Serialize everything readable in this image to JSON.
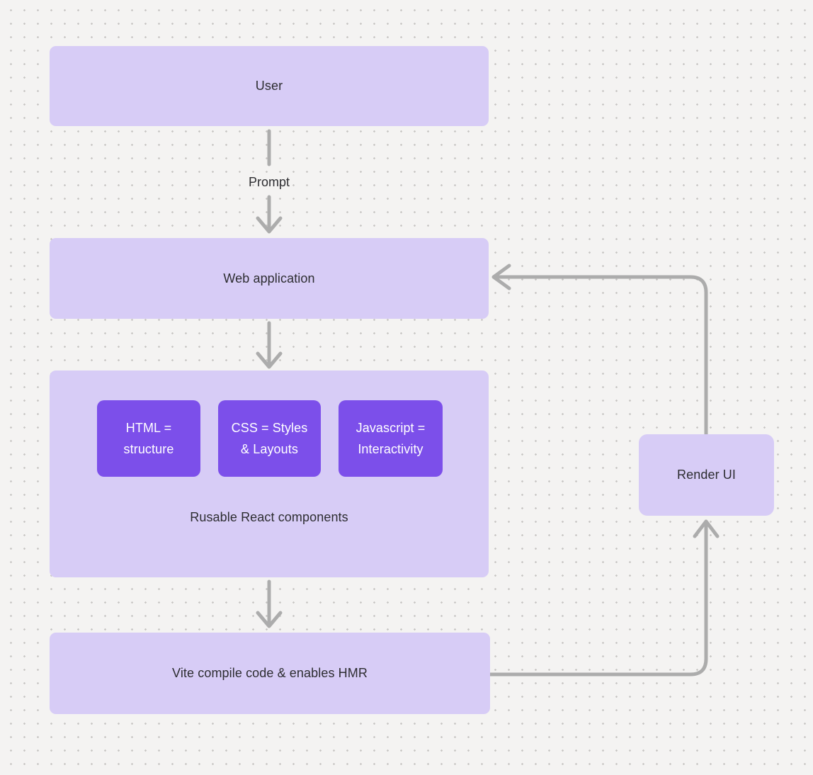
{
  "diagram": {
    "nodes": {
      "user": {
        "label": "User"
      },
      "web_application": {
        "label": "Web application"
      },
      "components_group": {
        "caption": "Rusable React components",
        "chips": [
          {
            "lines": [
              "HTML =",
              "structure"
            ]
          },
          {
            "lines": [
              "CSS = Styles",
              "& Layouts"
            ]
          },
          {
            "lines": [
              "Javascript =",
              "Interactivity"
            ]
          }
        ]
      },
      "vite": {
        "label": "Vite compile code & enables HMR"
      },
      "render_ui": {
        "label": "Render UI"
      }
    },
    "edges": {
      "prompt": {
        "label": "Prompt"
      }
    },
    "colors": {
      "background": "#F4F3F2",
      "dot": "#C9C7C5",
      "node_fill": "#D7CCF6",
      "chip_fill": "#7C4FEA",
      "arrow": "#ACACAC",
      "text_dark": "#2D2D31",
      "text_light": "#FFFFFF"
    }
  }
}
